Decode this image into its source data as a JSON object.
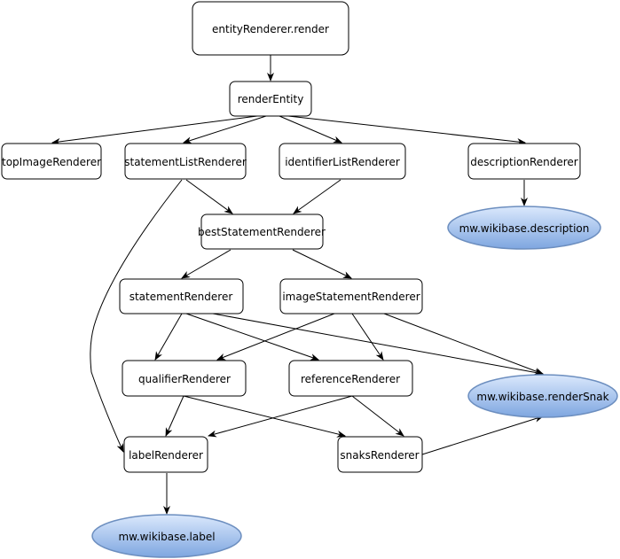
{
  "nodes": {
    "entity_renderer_render": "entityRenderer.render",
    "render_entity": "renderEntity",
    "top_image_renderer": "topImageRenderer",
    "statement_list_renderer": "statementListRenderer",
    "identifier_list_renderer": "identifierListRenderer",
    "description_renderer": "descriptionRenderer",
    "mw_wikibase_description": "mw.wikibase.description",
    "best_statement_renderer": "bestStatementRenderer",
    "statement_renderer": "statementRenderer",
    "image_statement_renderer": "imageStatementRenderer",
    "qualifier_renderer": "qualifierRenderer",
    "reference_renderer": "referenceRenderer",
    "mw_wikibase_render_snak": "mw.wikibase.renderSnak",
    "label_renderer": "labelRenderer",
    "snaks_renderer": "snaksRenderer",
    "mw_wikibase_label": "mw.wikibase.label"
  },
  "colors": {
    "ellipse_fill_top": "#dae8fc",
    "ellipse_fill_bottom": "#7ea6e0",
    "ellipse_stroke": "#6c8ebf",
    "box_stroke": "#000000"
  }
}
